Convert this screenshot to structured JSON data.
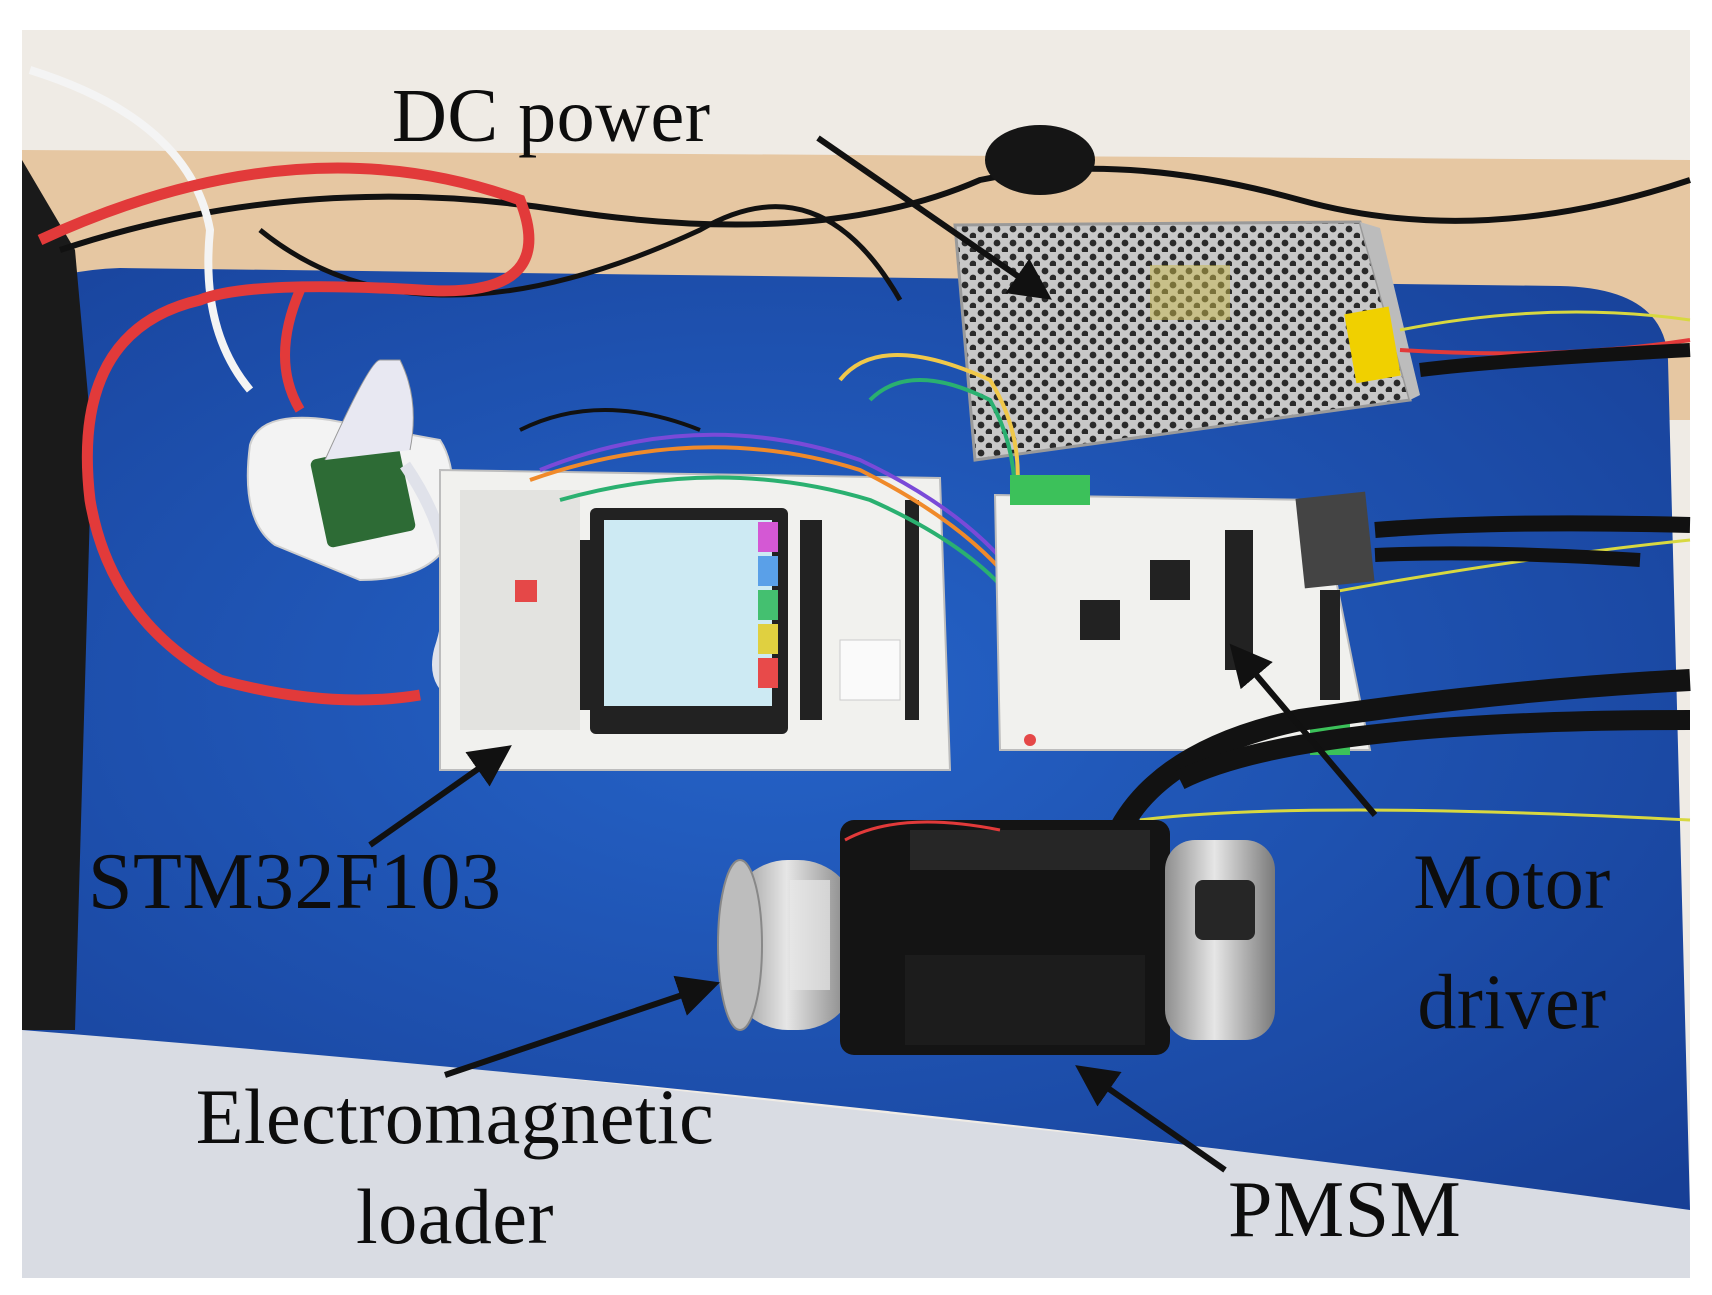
{
  "labels": {
    "dc_power": "DC power",
    "stm32": "STM32F103",
    "motor_driver_1": "Motor",
    "motor_driver_2": "driver",
    "em_loader_1": "Electromagnetic",
    "em_loader_2": "loader",
    "pmsm": "PMSM"
  },
  "colors": {
    "blue_mat": "#1d52b8",
    "table_wood": "#e8c9a4",
    "wall": "#eeeae4",
    "red_cable": "#e33a3a",
    "board_white": "#f1f1ee",
    "arrow": "#111111"
  }
}
